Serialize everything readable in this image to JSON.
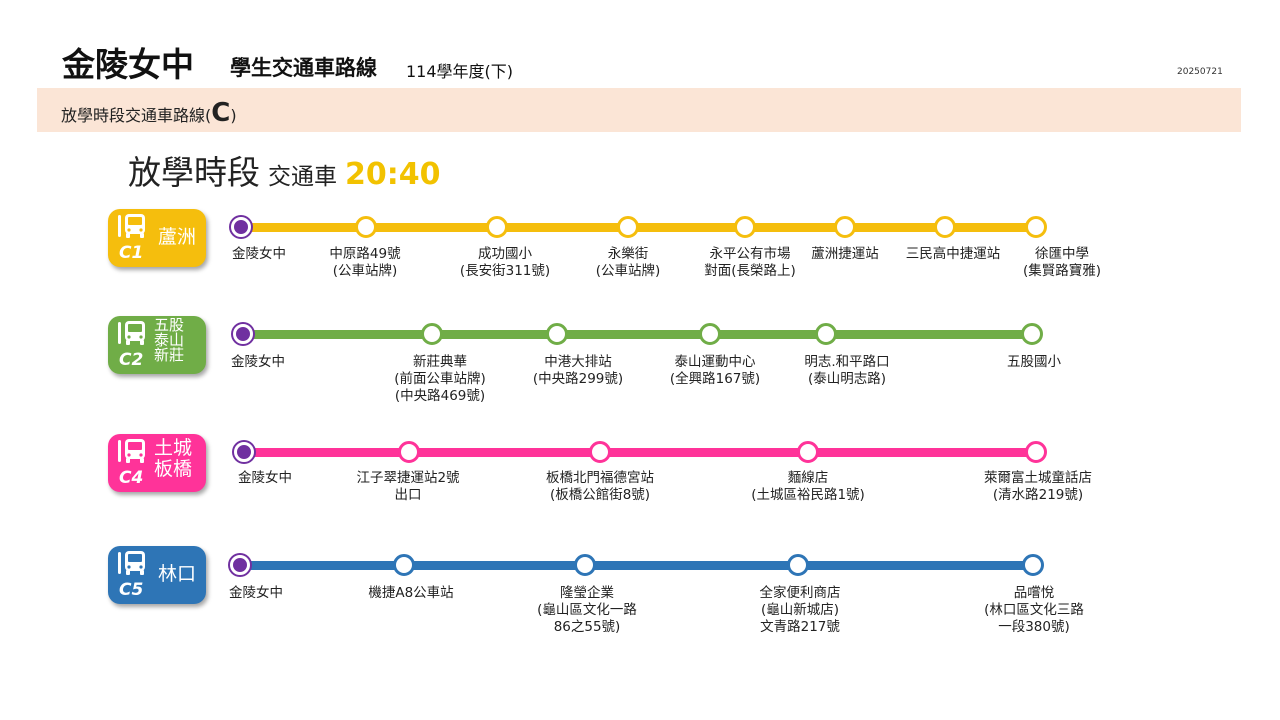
{
  "header": {
    "school": "金陵女中",
    "subtitle": "學生交通車路線",
    "year": "114學年度(下)",
    "date": "20250721"
  },
  "banner": {
    "text": "放學時段交通車路線(",
    "letter": "C",
    "close": ")"
  },
  "schedule": {
    "period": "放學時段",
    "vehicle": "交通車",
    "time": "20:40"
  },
  "routes": [
    {
      "code": "C1",
      "area": [
        "蘆洲"
      ],
      "color": "#f5be0d",
      "stops": [
        {
          "name": "金陵女中",
          "lines": [
            "金陵女中"
          ]
        },
        {
          "name": "中原路49號",
          "lines": [
            "中原路49號",
            "(公車站牌)"
          ]
        },
        {
          "name": "成功國小",
          "lines": [
            "成功國小",
            "(長安街311號)"
          ]
        },
        {
          "name": "永樂街",
          "lines": [
            "永樂街",
            "(公車站牌)"
          ]
        },
        {
          "name": "永平公有市場",
          "lines": [
            "永平公有市場",
            "對面(長榮路上)"
          ]
        },
        {
          "name": "蘆洲捷運站",
          "lines": [
            "蘆洲捷運站"
          ]
        },
        {
          "name": "三民高中捷運站",
          "lines": [
            "三民高中捷運站"
          ]
        },
        {
          "name": "徐匯中學",
          "lines": [
            "徐匯中學",
            "(集賢路寶雅)"
          ]
        }
      ]
    },
    {
      "code": "C2",
      "area": [
        "五股",
        "泰山",
        "新莊"
      ],
      "color": "#70ad47",
      "stops": [
        {
          "name": "金陵女中",
          "lines": [
            "金陵女中"
          ]
        },
        {
          "name": "新莊典華",
          "lines": [
            "新莊典華",
            "(前面公車站牌)",
            "(中央路469號)"
          ]
        },
        {
          "name": "中港大排站",
          "lines": [
            "中港大排站",
            "(中央路299號)"
          ]
        },
        {
          "name": "泰山運動中心",
          "lines": [
            "泰山運動中心",
            "(全興路167號)"
          ]
        },
        {
          "name": "明志.和平路口",
          "lines": [
            "明志.和平路口",
            "(泰山明志路)"
          ]
        },
        {
          "name": "五股國小",
          "lines": [
            "五股國小"
          ]
        }
      ]
    },
    {
      "code": "C4",
      "area": [
        "土城",
        "板橋"
      ],
      "color": "#ff3399",
      "stops": [
        {
          "name": "金陵女中",
          "lines": [
            "金陵女中"
          ]
        },
        {
          "name": "江子翠捷運站2號出口",
          "lines": [
            "江子翠捷運站2號",
            "出口"
          ]
        },
        {
          "name": "板橋北門福德宮站",
          "lines": [
            "板橋北門福德宮站",
            "(板橋公館街8號)"
          ]
        },
        {
          "name": "麵線店",
          "lines": [
            "麵線店",
            "(土城區裕民路1號)"
          ]
        },
        {
          "name": "萊爾富土城童話店",
          "lines": [
            "萊爾富土城童話店",
            "(清水路219號)"
          ]
        }
      ]
    },
    {
      "code": "C5",
      "area": [
        "林口"
      ],
      "color": "#2e75b6",
      "stops": [
        {
          "name": "金陵女中",
          "lines": [
            "金陵女中"
          ]
        },
        {
          "name": "機捷A8公車站",
          "lines": [
            "機捷A8公車站"
          ]
        },
        {
          "name": "隆瑩企業",
          "lines": [
            "隆瑩企業",
            "(龜山區文化一路",
            "86之55號)"
          ]
        },
        {
          "name": "全家便利商店",
          "lines": [
            "全家便利商店",
            "(龜山新城店)",
            "文青路217號"
          ]
        },
        {
          "name": "品嚐悅",
          "lines": [
            "品嚐悅",
            "(林口區文化三路",
            "一段380號)"
          ]
        }
      ]
    }
  ]
}
